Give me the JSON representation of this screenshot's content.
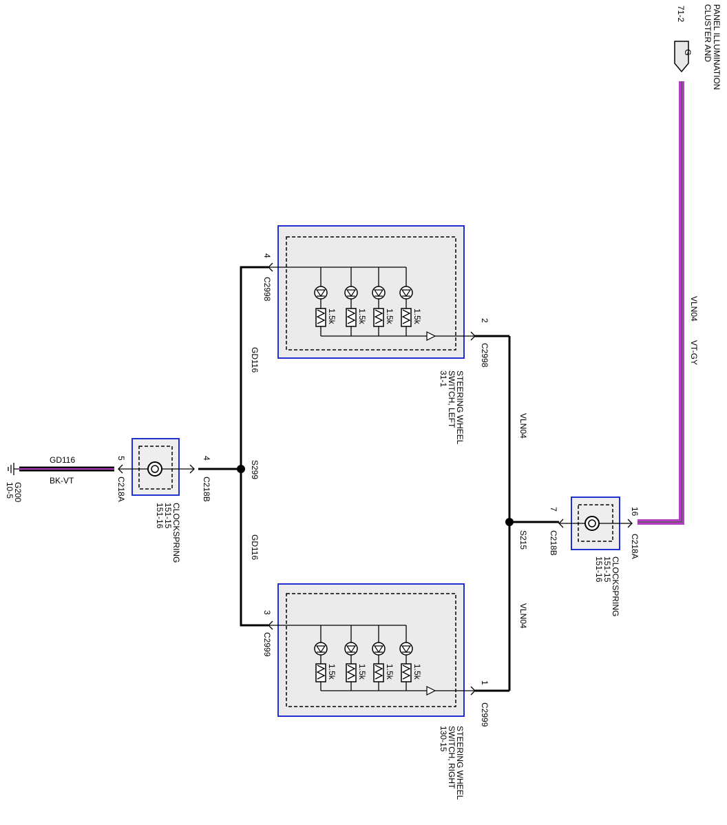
{
  "colors": {
    "wire": "#000000",
    "vln04_wire": "#b63cc6",
    "component_border": "#1f2fd0",
    "component_fill": "#ebebeb"
  },
  "source": {
    "ref": "71-2",
    "pin": "G",
    "label_line1": "CLUSTER AND",
    "label_line2": "PANEL ILLUMINATION"
  },
  "wires": {
    "vln04_label": "VLN04",
    "vln04_color": "VT-GY",
    "gd116_label": "GD116",
    "gd116_color": "BK-VT"
  },
  "splices": {
    "s215": "S215",
    "s299": "S299"
  },
  "clockspring_right": {
    "pin_in": "16",
    "connector_in": "C218A",
    "pin_out": "7",
    "connector_out": "C218B",
    "name": "CLOCKSPRING",
    "ref1": "151-15",
    "ref2": "151-16"
  },
  "clockspring_left": {
    "pin_in": "4",
    "connector_in": "C218B",
    "pin_out": "5",
    "connector_out": "C218A",
    "name": "CLOCKSPRING",
    "ref1": "151-15",
    "ref2": "151-16"
  },
  "switch_left": {
    "pin_power": "2",
    "connector_power": "C2998",
    "pin_ground": "4",
    "connector_ground": "C2998",
    "name_line1": "STEERING WHEEL",
    "name_line2": "SWITCH, LEFT",
    "ref": "31-1",
    "resistors": [
      "1.5k",
      "1.5k",
      "1.5k",
      "1.5k"
    ]
  },
  "switch_right": {
    "pin_power": "1",
    "connector_power": "C2999",
    "pin_ground": "3",
    "connector_ground": "C2999",
    "name_line1": "STEERING WHEEL",
    "name_line2": "SWITCH, RIGHT",
    "ref": "130-15",
    "resistors": [
      "1.5k",
      "1.5k",
      "1.5k",
      "1.5k"
    ]
  },
  "ground": {
    "name": "G200",
    "ref": "10-5"
  }
}
